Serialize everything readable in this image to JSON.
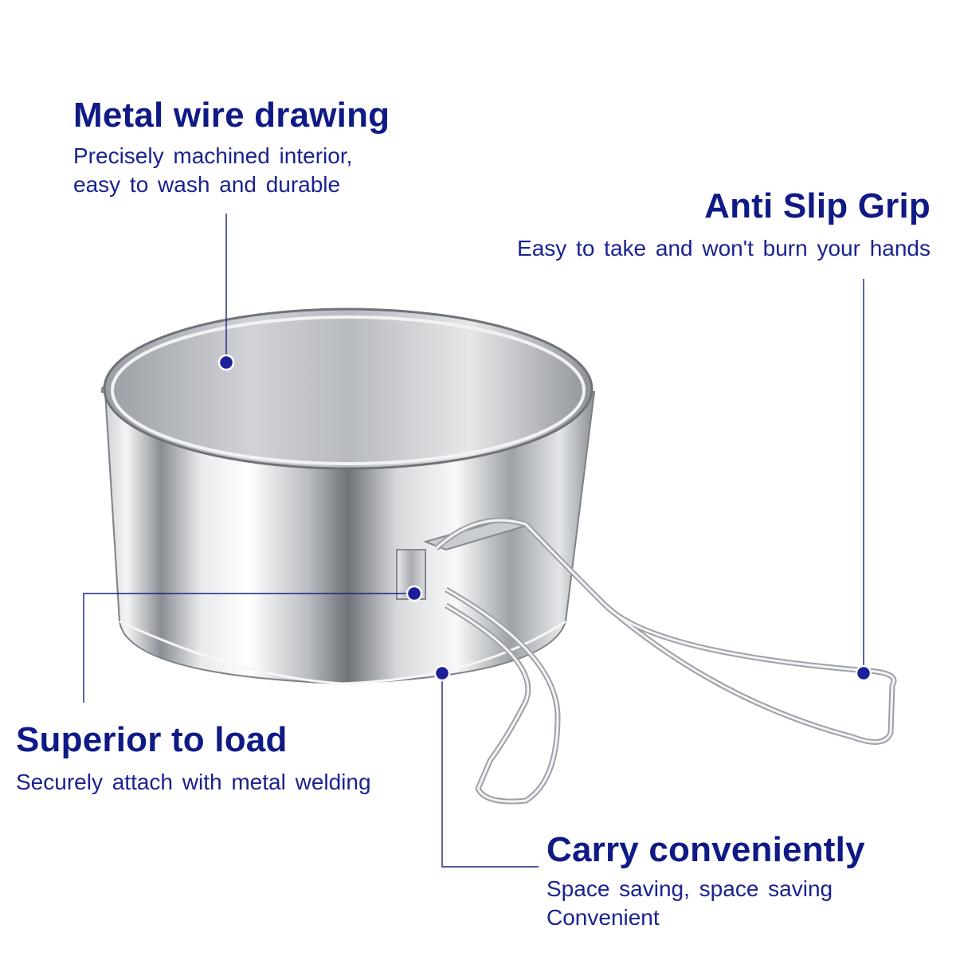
{
  "features": {
    "metal": {
      "title": "Metal wire drawing",
      "line1": "Precisely machined interior,",
      "line2": "easy to wash and durable"
    },
    "grip": {
      "title": "Anti Slip Grip",
      "line1": "Easy to take and won't burn your hands"
    },
    "load": {
      "title": "Superior to load",
      "line1": "Securely attach with metal welding"
    },
    "carry": {
      "title": "Carry conveniently",
      "line1": "Space saving, space saving",
      "line2": "Convenient"
    }
  },
  "colors": {
    "heading": "#0f1a85",
    "text": "#1a2290",
    "callout_line": "#1a237e",
    "callout_dot": "#1c1f9a",
    "background": "#ffffff"
  },
  "image": {
    "subject": "stainless-steel-camping-bowl-with-folding-wire-handle"
  }
}
